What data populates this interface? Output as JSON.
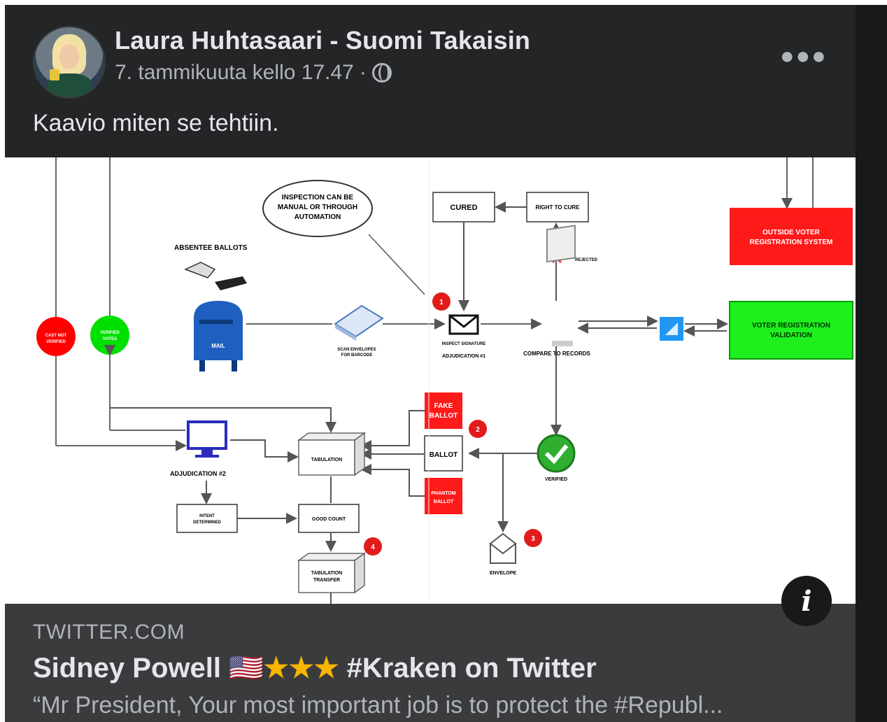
{
  "post": {
    "author": "Laura Huhtasaari - Suomi Takaisin",
    "timestamp": "7. tammikuuta kello 17.47",
    "separator": "·",
    "privacy_icon": "globe-icon",
    "more_icon": "more-options-icon",
    "text": "Kaavio miten se tehtiin."
  },
  "diagram": {
    "labels": {
      "inspection_bubble": [
        "INSPECTION CAN BE",
        "MANUAL OR THROUGH",
        "AUTOMATION"
      ],
      "absentee_ballots": "ABSENTEE BALLOTS",
      "cured": "CURED",
      "right_to_cure": "RIGHT TO CURE",
      "rejected": "REJECTED",
      "outside_voter": [
        "OUTSIDE VOTER",
        "REGISTRATION SYSTEM"
      ],
      "voter_registration": [
        "VOTER REGISTRATION",
        "VALIDATION"
      ],
      "cast_not_verified": [
        "CAST NOT",
        "VERIFIED"
      ],
      "verified_votes": [
        "VERIFIED",
        "VOTES"
      ],
      "scan_envelopes": [
        "SCAN ENVELOPES",
        "FOR BARCODE"
      ],
      "inspect_signature": [
        "INSPECT SIGNATURE",
        "ADJUDICATION #1"
      ],
      "compare_to_records": "COMPARE TO RECORDS",
      "fake_ballot": [
        "FAKE",
        "BALLOT"
      ],
      "ballot": "BALLOT",
      "phantom_ballot": [
        "PHANTOM",
        "BALLOT"
      ],
      "tabulation": "TABULATION",
      "adjudication_2": "ADJUDICATION #2",
      "verified": "VERIFIED",
      "intent_determined": [
        "INTENT",
        "DETERMINED"
      ],
      "good_count": "GOOD COUNT",
      "tabulation_transfer": [
        "TABULATION",
        "TRANSFER"
      ],
      "envelope": "ENVELOPE",
      "mail": "MAIL"
    },
    "markers": [
      "1",
      "2",
      "3",
      "4"
    ],
    "colors": {
      "red": "#ff0000",
      "green": "#00e000",
      "blue": "#1f5fbf",
      "marker": "#e21b1b"
    }
  },
  "link": {
    "domain": "TWITTER.COM",
    "title_prefix": "Sidney Powell ",
    "title_flag": "🇺🇸",
    "title_stars": "★★★",
    "title_suffix": " #Kraken on Twitter",
    "description": "“Mr President, Your most important job is to protect the #Republ...",
    "info_icon": "info-icon",
    "info_glyph": "i"
  }
}
